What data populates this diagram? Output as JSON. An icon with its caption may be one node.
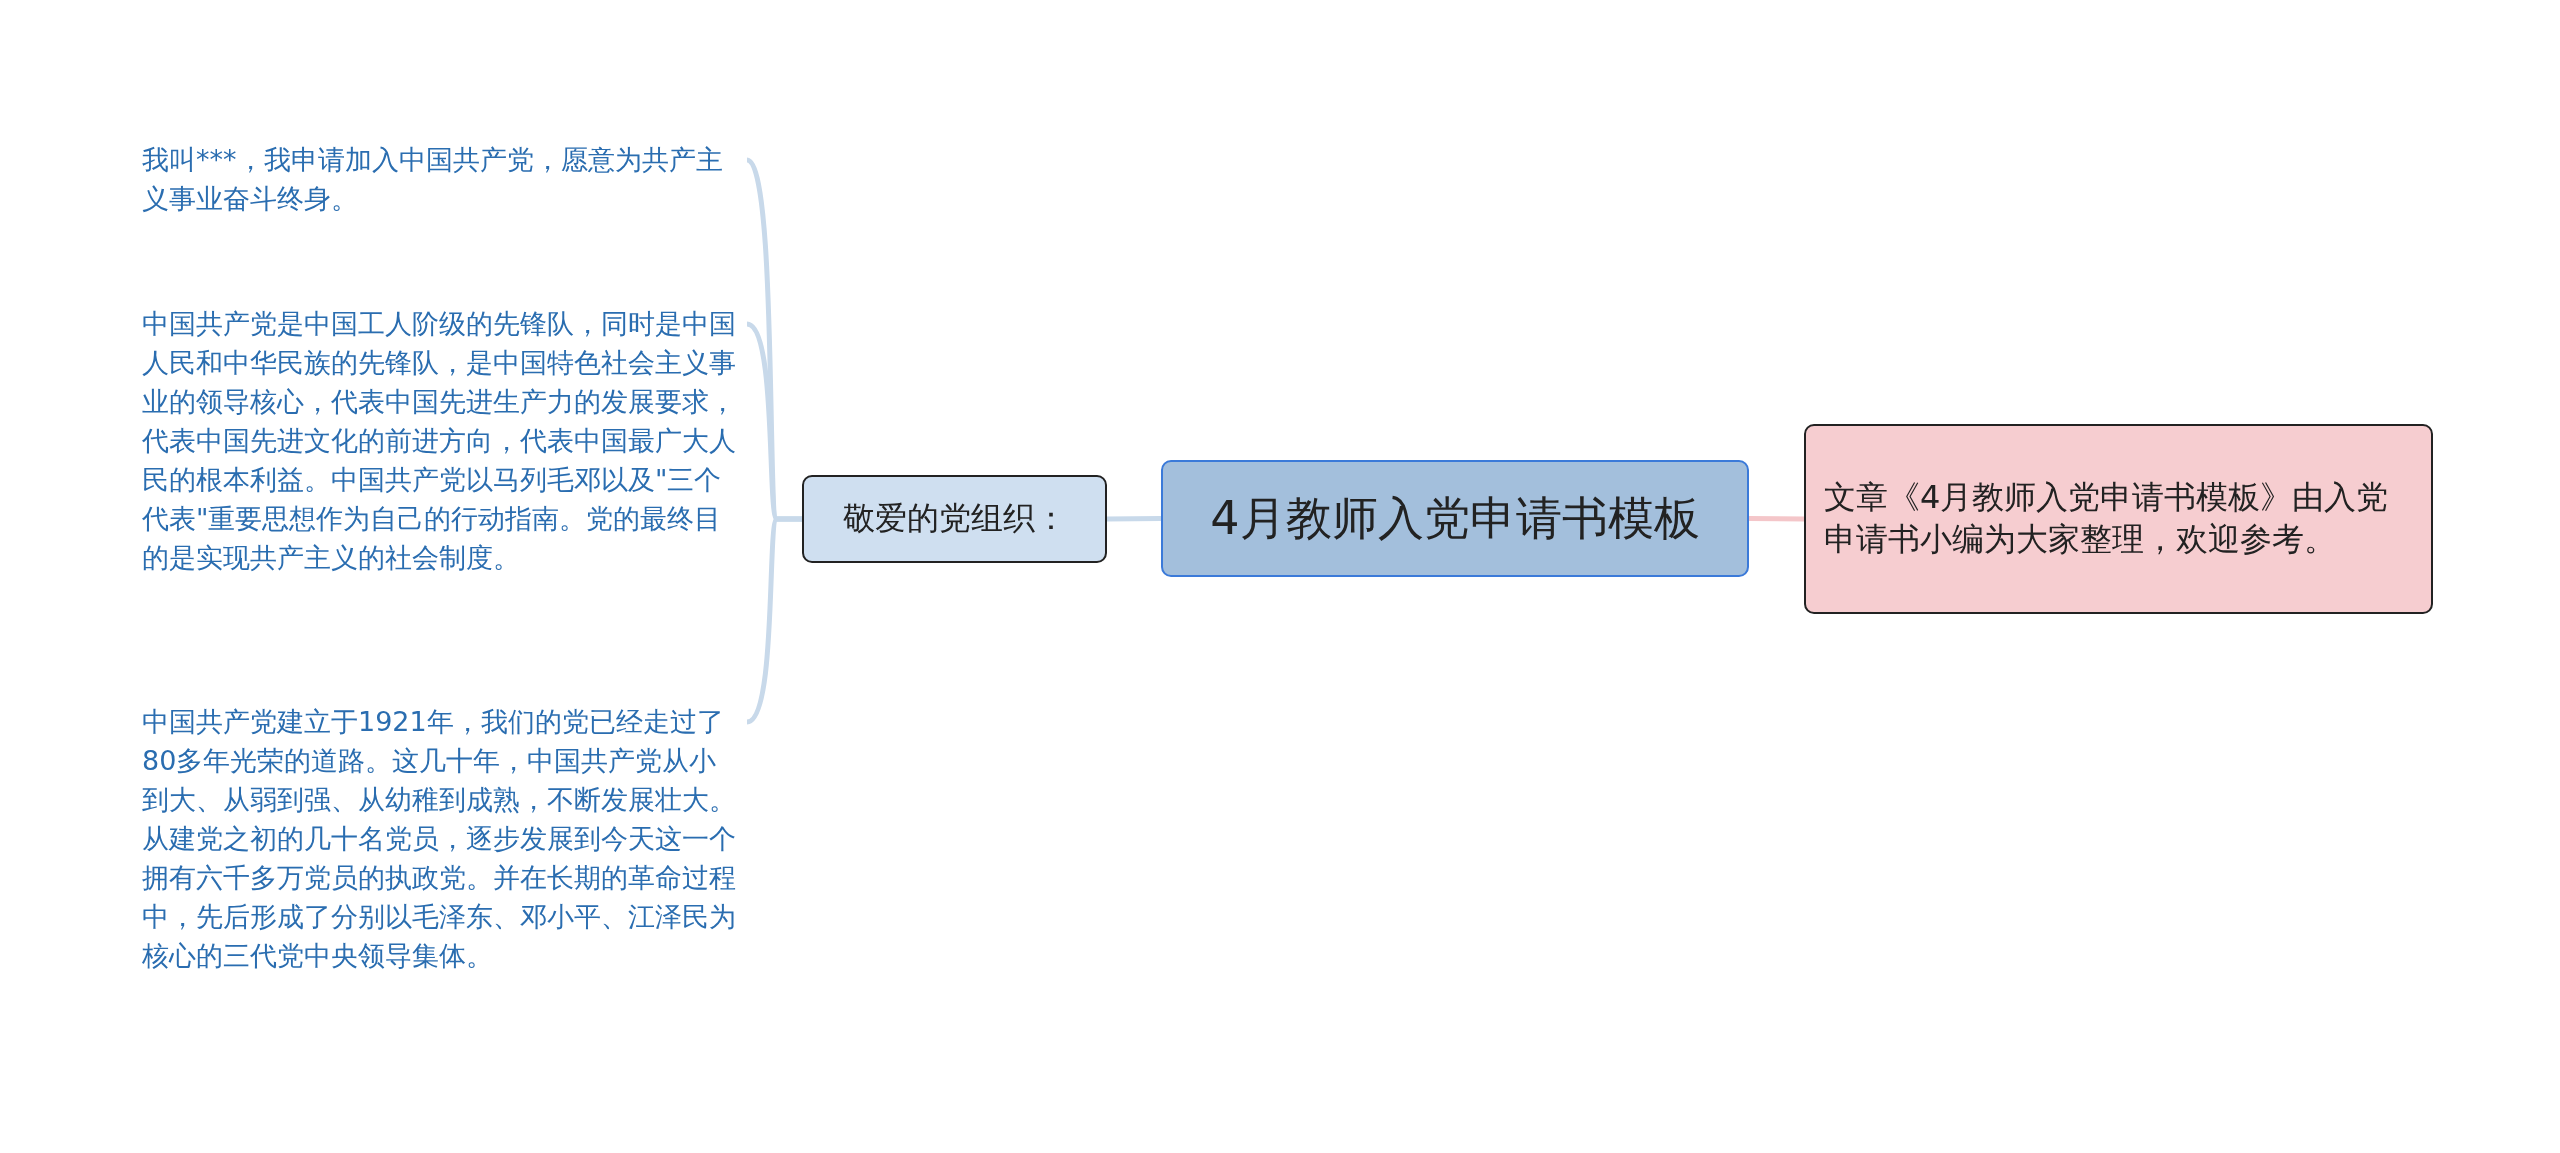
{
  "diagram": {
    "nodes": [
      {
        "text": [
          "4月教师入党申请书模板"
        ]
      },
      {
        "text": [
          "敬爱的党组织："
        ]
      },
      {
        "text": [
          "文章《4月教师入党申请书模板》由入党申请书小编为大家整理，欢迎参考。"
        ]
      },
      {
        "text": [
          "我叫***，我申请加入中国共产党，愿意为共产主义事业奋斗终身。"
        ]
      },
      {
        "text": [
          "中国共产党是中国工人阶级的先锋队，同时是中国人民和中华民族的先锋队，是中国特色社会主义事业的领导核心，代表中国先进生产力的发展要求，代表中国先进文化的前进方向，代表中国最广大人民的根本利益。中国共产党以马列毛邓以及\"三个代表\"重要思想作为自己的行动指南。党的最终目的是实现共产主义的社会制度。"
        ]
      },
      {
        "text": [
          "中国共产党建立于1921年，我们的党已经走过了80多年光荣的道路。这几十年，中国共产党从小到大、从弱到强、从幼稚到成熟，不断发展壮大。从建党之初的几十名党员，逐步发展到今天这一个拥有六千多万党员的执政党。并在长期的革命过程中，先后形成了分别以毛泽东、邓小平、江泽民为核心的三代党中央领导集体。"
        ]
      }
    ],
    "edges": [
      {
        "from": 0,
        "to": 1,
        "arrow": "none"
      },
      {
        "from": 0,
        "to": 2,
        "arrow": "none",
        "color": "#f4c6c9"
      },
      {
        "from": 1,
        "to": 3,
        "arrow": "none"
      },
      {
        "from": 1,
        "to": 4,
        "arrow": "none"
      },
      {
        "from": 1,
        "to": 5,
        "arrow": "none"
      }
    ]
  }
}
